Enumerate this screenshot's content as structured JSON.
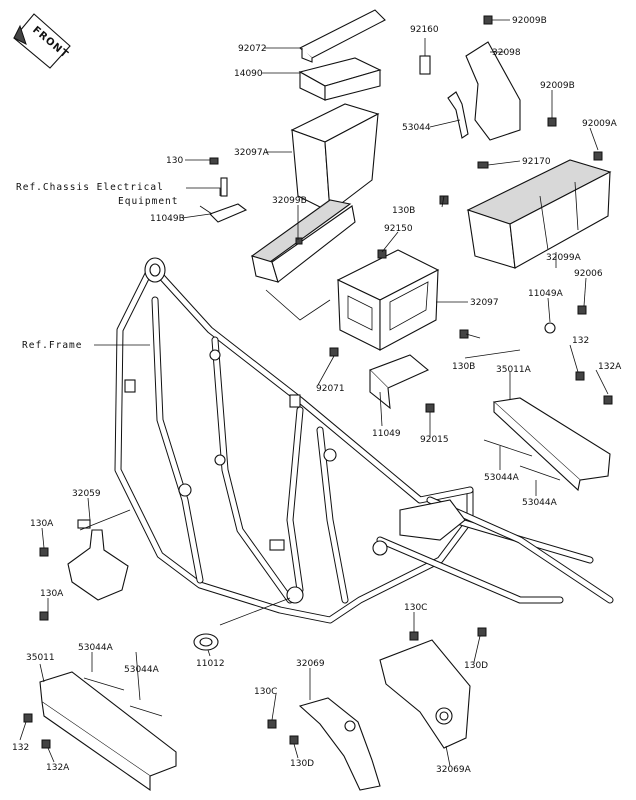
{
  "front_label": "FRONT",
  "refs": {
    "chassis_electrical": "Ref.Chassis Electrical Equipment",
    "chassis_line1": "Ref.Chassis Electrical",
    "chassis_line2": "Equipment",
    "frame": "Ref.Frame"
  },
  "labels": {
    "l92072": "92072",
    "l14090": "14090",
    "l32097A": "32097A",
    "l130_top": "130",
    "l11049B": "11049B",
    "l32099B": "32099B",
    "l92160_top": "92160",
    "l32098": "32098",
    "l92009B_top": "92009B",
    "l92009B_mid": "92009B",
    "l53044": "53044",
    "l92009A": "92009A",
    "l92170": "92170",
    "l130B_top": "130B",
    "l92150": "92150",
    "l32099A": "32099A",
    "l92006": "92006",
    "l11049A": "11049A",
    "l32097": "32097",
    "l132_right": "132",
    "l35011A": "35011A",
    "l132A_right": "132A",
    "l130B_mid": "130B",
    "l92071": "92071",
    "l11049": "11049",
    "l92015": "92015",
    "l53044A_r1": "53044A",
    "l53044A_r2": "53044A",
    "l32059": "32059",
    "l130A_1": "130A",
    "l130A_2": "130A",
    "l53044A_l1": "53044A",
    "l53044A_l2": "53044A",
    "l35011": "35011",
    "l132_left": "132",
    "l132A_left": "132A",
    "l11012": "11012",
    "l32069": "32069",
    "l130C_1": "130C",
    "l130D_1": "130D",
    "l130C_2": "130C",
    "l130D_2": "130D",
    "l32069A": "32069A"
  }
}
